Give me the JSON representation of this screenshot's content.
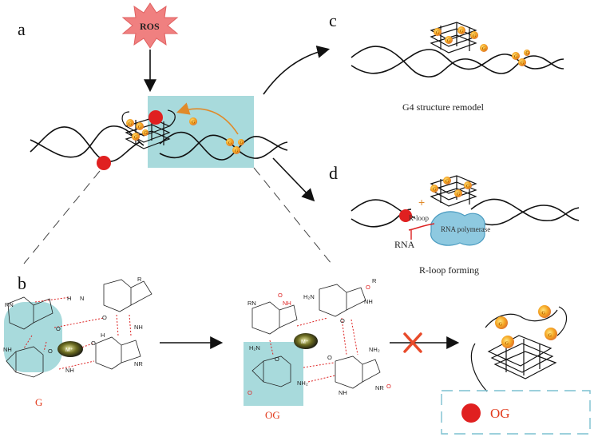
{
  "panels": {
    "a": "a",
    "b": "b",
    "c": "c",
    "d": "d"
  },
  "ros_label": "ROS",
  "og_marker": "G",
  "captions": {
    "c": "G4 structure  remodel",
    "d": "R-loop forming"
  },
  "panel_d_labels": {
    "rloop": "R-loop",
    "polymerase": "RNA polymerase",
    "rna": "RNA"
  },
  "base_labels": {
    "guanine": "G",
    "oxoguanine": "OG"
  },
  "metal_ion": "M⁺",
  "legend": {
    "label": "OG"
  },
  "colors": {
    "highlight": "#a8dadc",
    "ros_burst": "#f08080",
    "og_dot": "#e02020",
    "og_sphere": "#f5a623",
    "arrow_orange": "#e08a2a",
    "block_x": "#e84a2a",
    "legend_border": "#7cc0d0"
  }
}
